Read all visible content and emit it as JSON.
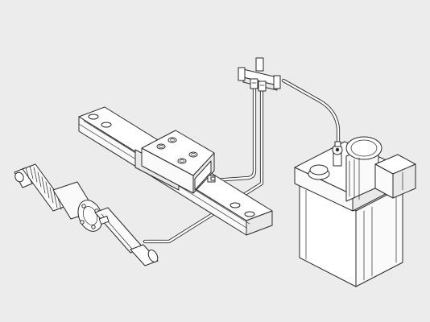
{
  "figure": {
    "background_color": "#ececec",
    "line_color": "#2a2a2a",
    "components": [
      "linear-guide-rail",
      "guide-block",
      "ball-screw",
      "ball-screw-nut",
      "lubrication-pump-unit",
      "pump-motor",
      "distributor-manifold",
      "lube-tubes"
    ]
  }
}
